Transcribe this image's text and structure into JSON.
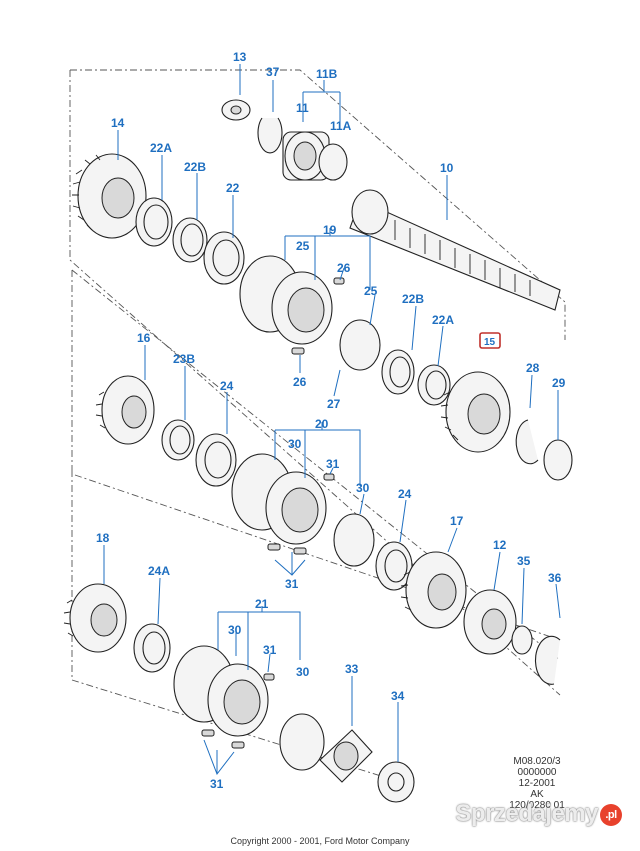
{
  "callouts": {
    "c13": "13",
    "c37": "37",
    "c11B": "11B",
    "c11": "11",
    "c11A": "11A",
    "c14": "14",
    "c22A_top": "22A",
    "c22B_top": "22B",
    "c22_top": "22",
    "c10": "10",
    "c19": "19",
    "c25a": "25",
    "c26a": "26",
    "c25b": "25",
    "c22B_mid": "22B",
    "c22A_mid": "22A",
    "c26b": "26",
    "c27": "27",
    "c16": "16",
    "c23B": "23B",
    "c24a": "24",
    "c28": "28",
    "c29": "29",
    "c20": "20",
    "c30a": "30",
    "c31a": "31",
    "c30b": "30",
    "c24b": "24",
    "c17": "17",
    "c18": "18",
    "c24A": "24A",
    "c31b": "31",
    "c12": "12",
    "c35": "35",
    "c36": "36",
    "c21": "21",
    "c30c": "30",
    "c31c": "31",
    "c30d": "30",
    "c33": "33",
    "c34": "34",
    "c31d": "31",
    "c15": "15"
  },
  "meta": {
    "line1": "M08.020/3",
    "line2": "0000000",
    "line3": "12-2001",
    "line4": "AK",
    "line5": "120/0280 01"
  },
  "copyright": "Copyright 2000 - 2001, Ford Motor Company",
  "watermark": {
    "text": "Sprzedajemy",
    "suffix": ".pl"
  },
  "colors": {
    "callout": "#1f6fc0",
    "highlight": "#c0302b",
    "line": "#222222"
  }
}
